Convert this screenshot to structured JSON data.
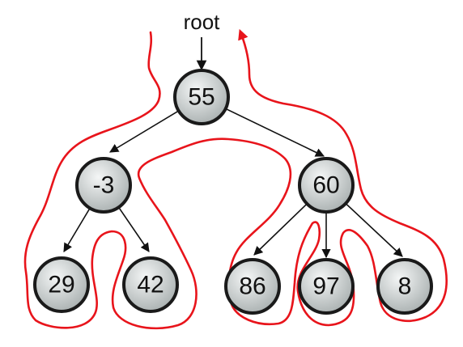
{
  "root_label": "root",
  "nodes": {
    "n55": "55",
    "nm3": "-3",
    "n60": "60",
    "n29": "29",
    "n42": "42",
    "n86": "86",
    "n97": "97",
    "n8": "8"
  },
  "colors": {
    "traversal": "#e8141b",
    "node_fill_light": "#f2f4f4",
    "node_fill_dark": "#a9b0b0",
    "node_stroke": "#1a1a1a",
    "edge": "#111111"
  }
}
